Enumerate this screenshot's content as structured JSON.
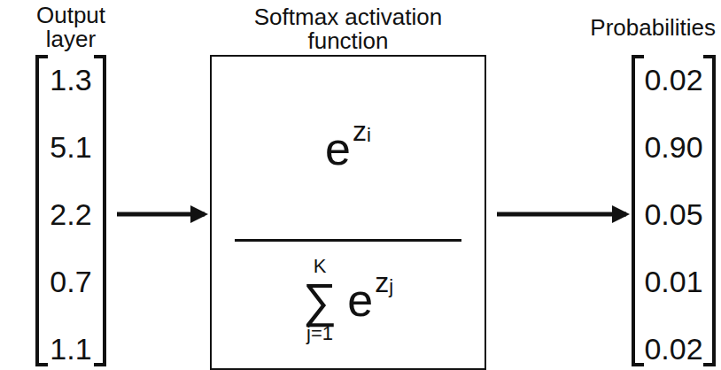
{
  "diagram": {
    "nodes": [
      {
        "text": [
          "Output layer",
          "1.3",
          "5.1",
          "2.2",
          "0.7",
          "1.1"
        ]
      },
      {
        "text": [
          "Softmax activation function",
          "e",
          "z",
          "i",
          "∑",
          "K",
          "j=1",
          "e",
          "z",
          "j"
        ]
      },
      {
        "text": [
          "Probabilities",
          "0.02",
          "0.90",
          "0.05",
          "0.01",
          "0.02"
        ]
      }
    ],
    "edges": [
      {
        "from": 0,
        "to": 1,
        "arrow": "to"
      },
      {
        "from": 1,
        "to": 2,
        "arrow": "to"
      }
    ]
  }
}
